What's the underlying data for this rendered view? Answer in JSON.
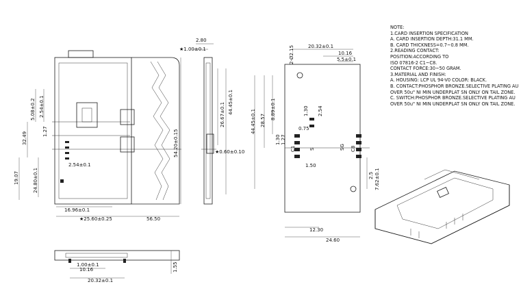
{
  "notes": [
    "NOTE:",
    "1.CARD INSERTION SPECIFICATION",
    "A. CARD INSERTION DEPTH:31.1 MM.",
    "B. CARD THICKNESS=0.7~0.8 MM.",
    "2.READING CONTACT:",
    "POSITION:ACCORDING TO",
    "ISO 07816-2 C1~C8.",
    "CONTACT FORCE:30~50 GRAM.",
    "3.MATERIAL AND FINISH:",
    "A. HOUSING: LCP UL 94-V0 COLOR: BLACK.",
    "B. CONTACT:PHOSPHOR BRONZE.SELECTIVE PLATING AU",
    "OVER 50u\" NI MIN UNDERPLAT SN ONLY ON TAIL ZONE.",
    "C. SWITCH:PHOSPHOR BRONZE.SELECTIVE PLATING AU",
    "OVER 50u\" NI MIN UNDERPLAT SN ONLY ON TAIL ZONE."
  ],
  "front_view": {
    "dims": {
      "w_16_96": "16.96±0.1",
      "w_25_60": "★25.60±0.25",
      "w_56_50": "56.50",
      "h_54_20": "54.20±0.15",
      "h_5_08": "5.08±0.2",
      "h_2_54_top": "2.54±0.1",
      "h_2_54_bot": "2.54±0.1",
      "h_24_80": "24.80±0.1",
      "h_1_27": "1.27",
      "h_32_49": "32.49",
      "h_19_07": "19.07"
    }
  },
  "side_view": {
    "dims": {
      "t_2_80": "2.80",
      "t_1_00": "★1.00±0.1",
      "h_26_67": "26.67±0.1",
      "h_44_45": "44.45±0.1",
      "t_0_60": "★0.60±0.10"
    }
  },
  "pcb_view": {
    "dims": {
      "w_20_32": "20.32±0.1",
      "w_10_16": "10.16",
      "w_5_5": "5.5±0.1",
      "d_2_15": "2-Ø2.15",
      "h_44_45": "44.45±0.1",
      "h_28_57": "28.57",
      "h_8_89": "8.89±0.1",
      "h_1_30": "1.30",
      "h_2_54": "2.54",
      "w_0_75": "0.75",
      "w_1_30": "1.30",
      "w_1_27": "1.27",
      "w_1_50": "1.50",
      "pin_c1": "C1",
      "pin_c8": "C8",
      "pin_s": "S",
      "pin_sg": "SG",
      "h_2_5": "2.5",
      "h_7_62": "7.62±0.1",
      "w_12_30": "12.30",
      "w_24_60": "24.60"
    }
  },
  "bottom_view": {
    "dims": {
      "w_10_16": "10.16",
      "w_20_32": "20.32±0.1",
      "h_1_55": "1.55",
      "s_1_00": "1.00±0.1"
    }
  }
}
